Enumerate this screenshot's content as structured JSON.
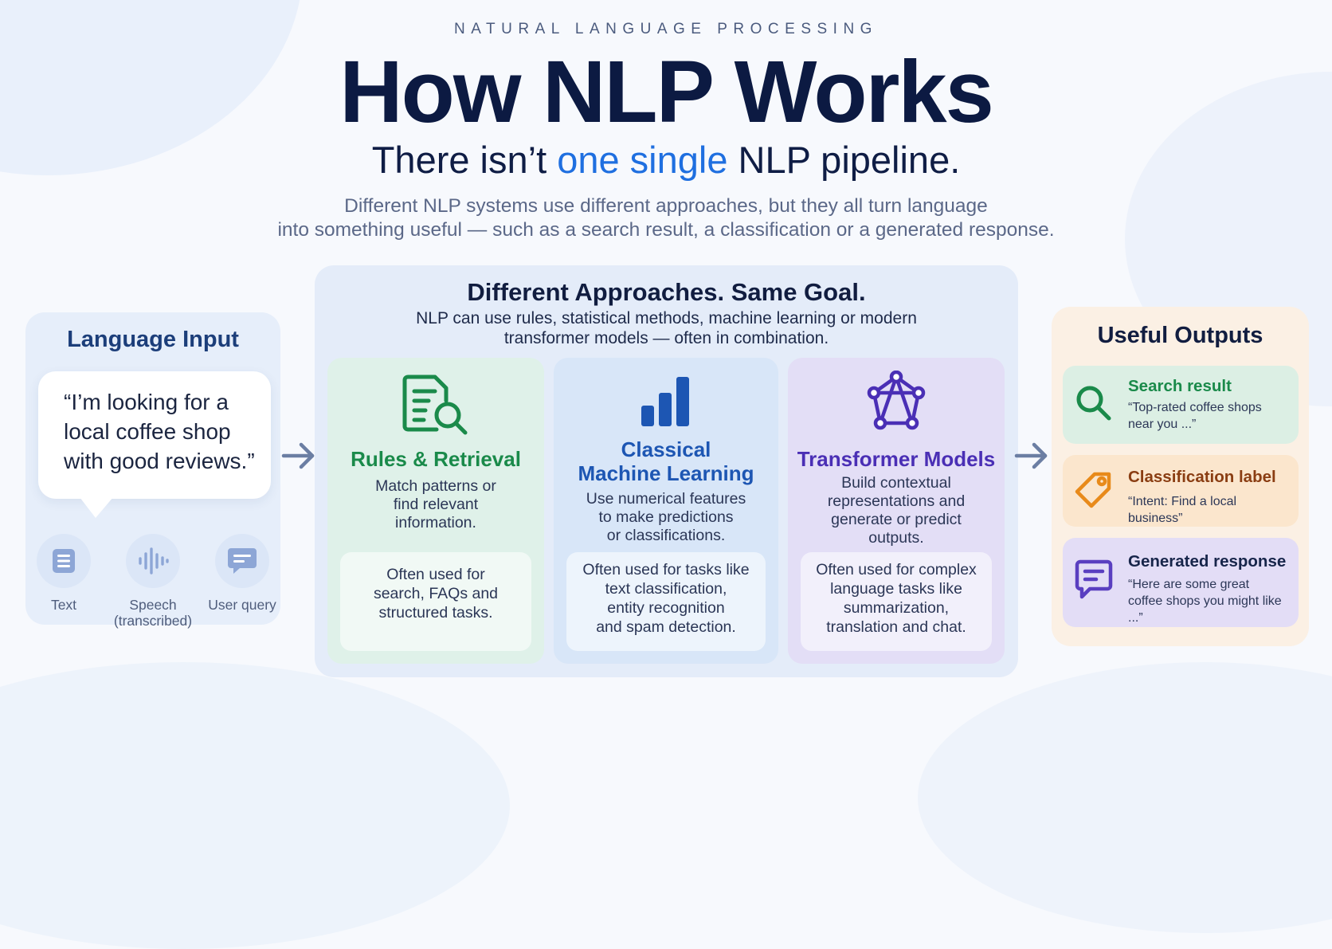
{
  "header": {
    "eyebrow": "NATURAL LANGUAGE PROCESSING",
    "title": "How NLP Works",
    "subtitle_prefix": "There isn’t ",
    "subtitle_highlight": "one single",
    "subtitle_suffix": " NLP pipeline.",
    "description_line1": "Different NLP systems use different approaches, but they all turn language",
    "description_line2": "into something useful — such as a search result, a classification or a generated response."
  },
  "language_input": {
    "title": "Language Input",
    "quote_lines": [
      "“I’m looking for a",
      "local coffee shop",
      "with good reviews.”"
    ],
    "sources": [
      {
        "label_line1": "Text",
        "label_line2": "",
        "icon": "text-document-icon"
      },
      {
        "label_line1": "Speech",
        "label_line2": "(transcribed)",
        "icon": "speech-waveform-icon"
      },
      {
        "label_line1": "User query",
        "label_line2": "",
        "icon": "chat-bubble-icon"
      }
    ]
  },
  "approaches": {
    "title": "Different Approaches. Same Goal.",
    "subtitle_line1": "NLP can use rules, statistical methods, machine learning or modern",
    "subtitle_line2": "transformer models — often in combination.",
    "cards": [
      {
        "title_lines": [
          "Rules & Retrieval"
        ],
        "desc_lines": [
          "Match patterns or",
          "find relevant",
          "information."
        ],
        "note_lines": [
          "Often used for",
          "search, FAQs and",
          "structured tasks."
        ],
        "icon": "document-search-icon",
        "color": "#1a8a4a"
      },
      {
        "title_lines": [
          "Classical",
          "Machine Learning"
        ],
        "desc_lines": [
          "Use numerical features",
          "to make predictions",
          "or classifications."
        ],
        "note_lines": [
          "Often used for tasks like",
          "text classification,",
          "entity recognition",
          "and spam detection."
        ],
        "icon": "bar-chart-icon",
        "color": "#1d56b3"
      },
      {
        "title_lines": [
          "Transformer Models"
        ],
        "desc_lines": [
          "Build contextual",
          "representations and",
          "generate or predict",
          "outputs."
        ],
        "note_lines": [
          "Often used for complex",
          "language tasks like",
          "summarization,",
          "translation and chat."
        ],
        "icon": "network-graph-icon",
        "color": "#4a2fb5"
      }
    ]
  },
  "outputs": {
    "title": "Useful Outputs",
    "items": [
      {
        "title": "Search result",
        "text_lines": [
          "“Top-rated coffee shops",
          "near you ...”"
        ],
        "icon": "search-icon",
        "color": "#1a8a4a"
      },
      {
        "title": "Classification label",
        "text_lines": [
          "“Intent: Find a local business”"
        ],
        "icon": "tag-icon",
        "color": "#e88a1a"
      },
      {
        "title": "Generated response",
        "text_lines": [
          "“Here are some great",
          "coffee shops you might like ...”"
        ],
        "icon": "message-icon",
        "color": "#5a3fc0"
      }
    ]
  }
}
